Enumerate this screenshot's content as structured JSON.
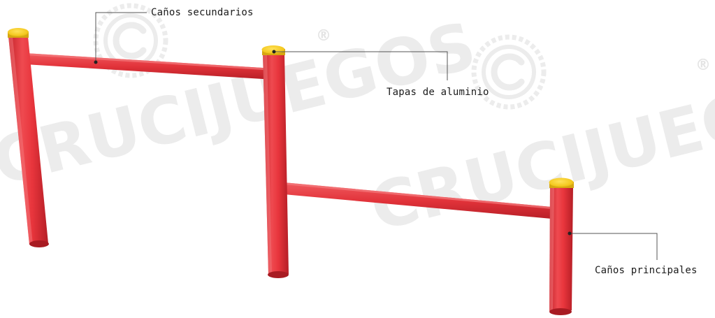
{
  "labels": {
    "secondary_pipes": "Caños secundarios",
    "aluminum_caps": "Tapas de aluminio",
    "main_pipes": "Caños principales"
  },
  "watermark": {
    "brand": "CRUCIJUEGOS",
    "registered": "®"
  },
  "colors": {
    "pipe_red": "#e8353c",
    "pipe_dark": "#b71f27",
    "pipe_light": "#f26a6e",
    "cap_yellow": "#f4c81e",
    "cap_dark": "#c99a0c",
    "callout_line": "#555555",
    "watermark": "#ececec"
  }
}
